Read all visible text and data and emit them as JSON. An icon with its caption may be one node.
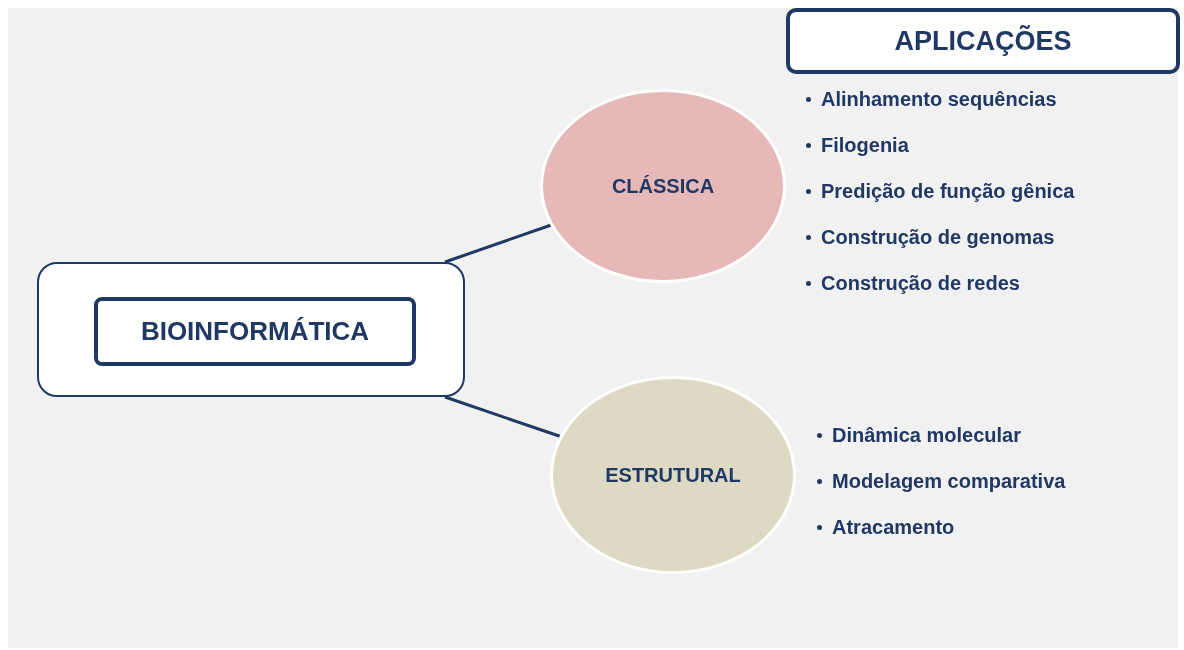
{
  "diagram": {
    "nodes": [
      {
        "text": [],
        "shape": "box"
      },
      {
        "text": [
          "BIOINFORMÁTICA"
        ],
        "in": 0
      },
      {
        "text": [
          "CLÁSSICA"
        ],
        "beside": [
          "Alinhamento sequências",
          "Filogenia",
          "Predição de função gênica",
          "Construção de genomas",
          "Construção de redes"
        ]
      },
      {
        "text": [
          "ESTRUTURAL"
        ],
        "beside": [
          "Dinâmica molecular",
          "Modelagem comparativa",
          "Atracamento"
        ]
      },
      {
        "text": [
          "APLICAÇÕES"
        ]
      }
    ],
    "edges": [
      {
        "from": 0,
        "to": 2,
        "arrow": "none"
      },
      {
        "from": 0,
        "to": 3,
        "arrow": "none"
      }
    ]
  }
}
